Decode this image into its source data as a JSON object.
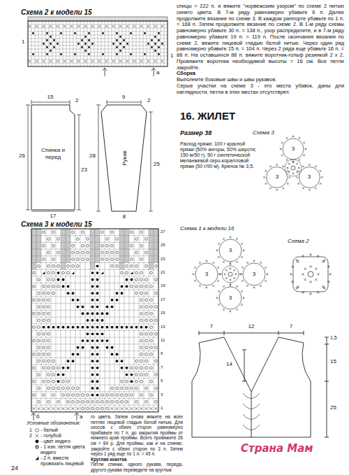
{
  "diagram": {
    "nodes": [
      {
        "text": [
          "Спинка и перед"
        ]
      },
      {
        "text": [
          "Рукав"
        ]
      }
    ],
    "labels": [
      "Схема 2 к модели 15",
      "1",
      "1",
      "а",
      "спицы = 222 п. и вяжите \"норвежским узором\" по схеме 2 нитью синего цвета. В 7-м ряду равномерно убавьте 6 п. Далее продолжите вязание по схеме 3. В каждом раппорте убавьте по 1 п. = 168 п. Затем продолжите вязание по схеме 2. В 1-м ряду схемы равномерно убавьте 30 п. = 138 п., узор распределите, и в 7-м ряду равномерно убавьте 19 п. = 119 п. После окончания вязания по схеме 2, вяжите лицевой гладью белой нитью. Через один ряд равномерно убавьте 15 п. = 104 п. Через 2 ряда еще убавьте 16 п. = 88 п. На оставшихся 88 п. вяжите воротник-гольф резинкой 2 х 2. Провяжите воротник необходимой высоты = 16 см. Все петли закройте.",
      "Сборка",
      "Выполните боковые швы и швы рукавов.",
      "Серые участки на схеме 3 - это места убавок, даны для наглядности, петли в этих местах отсутствуют.",
      "15",
      "2",
      "26",
      "23",
      "17",
      "9",
      "2",
      "28",
      "25",
      "8",
      "Схема 3 к модели 15",
      "27",
      "25",
      "23",
      "21",
      "19",
      "17",
      "15",
      "13",
      "11",
      "9",
      "7",
      "5",
      "3",
      "1",
      "б",
      "а",
      "Условные обозначения:",
      "1",
      "2",
      "го цвета. Затем снова вяжите на всех петлях лицевой гладью белой нитью. Для скосов с обеих сторон равномерно прибавьте по 7 п. до закрытия проймы от нижнего края проймы. Всего провяжите 26 см = 84 р. Для проймы, как и на спинке, закройте с обеих сторон по 3 п. Затем через 1 ряд еще по 1 п. = 45 п.",
      "Круглая кокетка",
      "Петли спинки, одного рукава, переда, другого рукава переведите на круглые",
      "16. ЖИЛЕТ",
      "Размер 38",
      "Расход пряжи: 100 г красной пряжи (50% ангоры, 50% шерсти; 150 м/50 г), 50 г синтетической меланжевой серо-коралловой пряжи (50 г/90 м). Крючок № 3,5.",
      "Схема 3",
      "3",
      "3",
      "3",
      "Схема 1 к модели 16",
      "3",
      "3",
      "3",
      "3",
      "Схема 2",
      "7",
      "12",
      "7",
      "1,5",
      "15",
      "14",
      "25",
      "24",
      "Страна Мам"
    ],
    "legend": [
      {
        "text": "- белый"
      },
      {
        "text": "- голубой"
      },
      {
        "text": "- цвет индиго"
      },
      {
        "text": "- 1 изн. петля цвета индиго"
      },
      {
        "text": "- 2 п. вместе провязать лицевой"
      }
    ]
  }
}
